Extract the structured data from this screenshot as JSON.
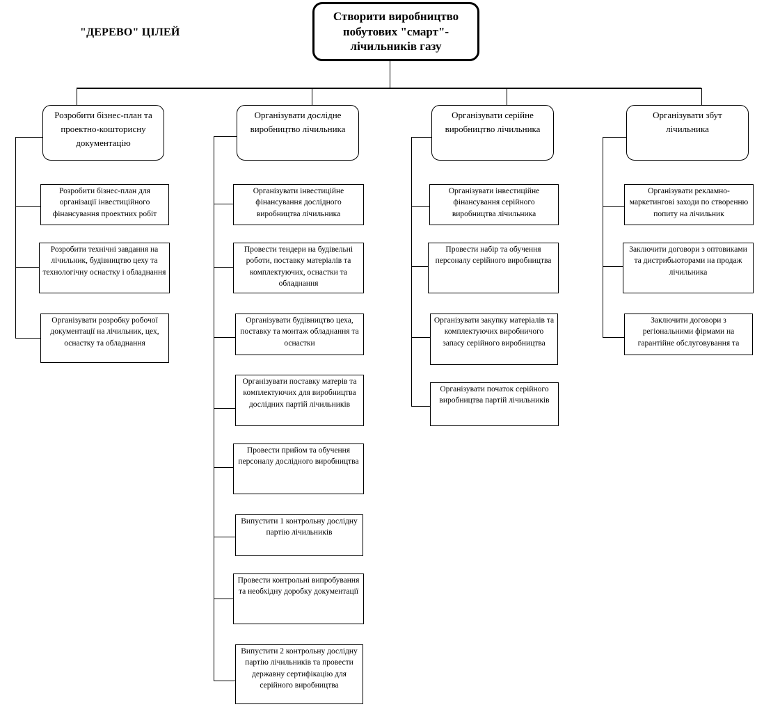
{
  "title": "\"ДЕРЕВО\" ЦІЛЕЙ",
  "root": "Створити виробництво побутових \"смарт\"-лічильників газу",
  "branches": [
    {
      "label": "Розробити бізнес-план та проектно-кошторисну документацію",
      "tasks": [
        "Розробити бізнес-план для організації інвестиційного фінансування проектних робіт",
        "Розробити технічні завдання на лічильник, будівництво цеху та технологічну оснастку і обладнання",
        "Організувати розробку робочої документації на лічильник, цех, оснастку та обладнання"
      ]
    },
    {
      "label": "Організувати дослідне виробництво лічильника",
      "tasks": [
        "Організувати інвестиційне фінансування дослідного виробництва лічильника",
        "Провести тендери на будівельні роботи, поставку матеріалів та комплектуючих, оснастки та обладнання",
        "Організувати будівництво цеха, поставку та монтаж обладнання та оснастки",
        "Організувати поставку матерів та комплектуючих для виробництва дослідних партій лічильників",
        "Провести прийом та обучення персоналу дослідного виробництва",
        "Випустити 1 контрольну дослідну партію лічильників",
        "Провести контрольні випробування та необхідну доробку документації",
        "Випустити 2 контрольну дослідну партію лічильників та провести державну сертифікацію для серійного виробництва"
      ]
    },
    {
      "label": "Організувати серійне виробництво лічильника",
      "tasks": [
        "Організувати інвестиційне фінансування серійного виробництва лічильника",
        "Провести набір та обучення персоналу серійного виробництва",
        "Організувати закупку матеріалів та комплектуючих виробничого запасу серійного виробництва",
        "Організувати початок серійного виробництва партій лічильників"
      ]
    },
    {
      "label": "Організувати збут лічильника",
      "tasks": [
        "Організувати рекламно-маркетингові заходи по створенню попиту на лічильник",
        "Заключити договори з оптовиками та дистрибьюторами на продаж лічильника",
        "Заключити договори з регіональними фірмами на гарантійне обслуговування та"
      ]
    }
  ]
}
